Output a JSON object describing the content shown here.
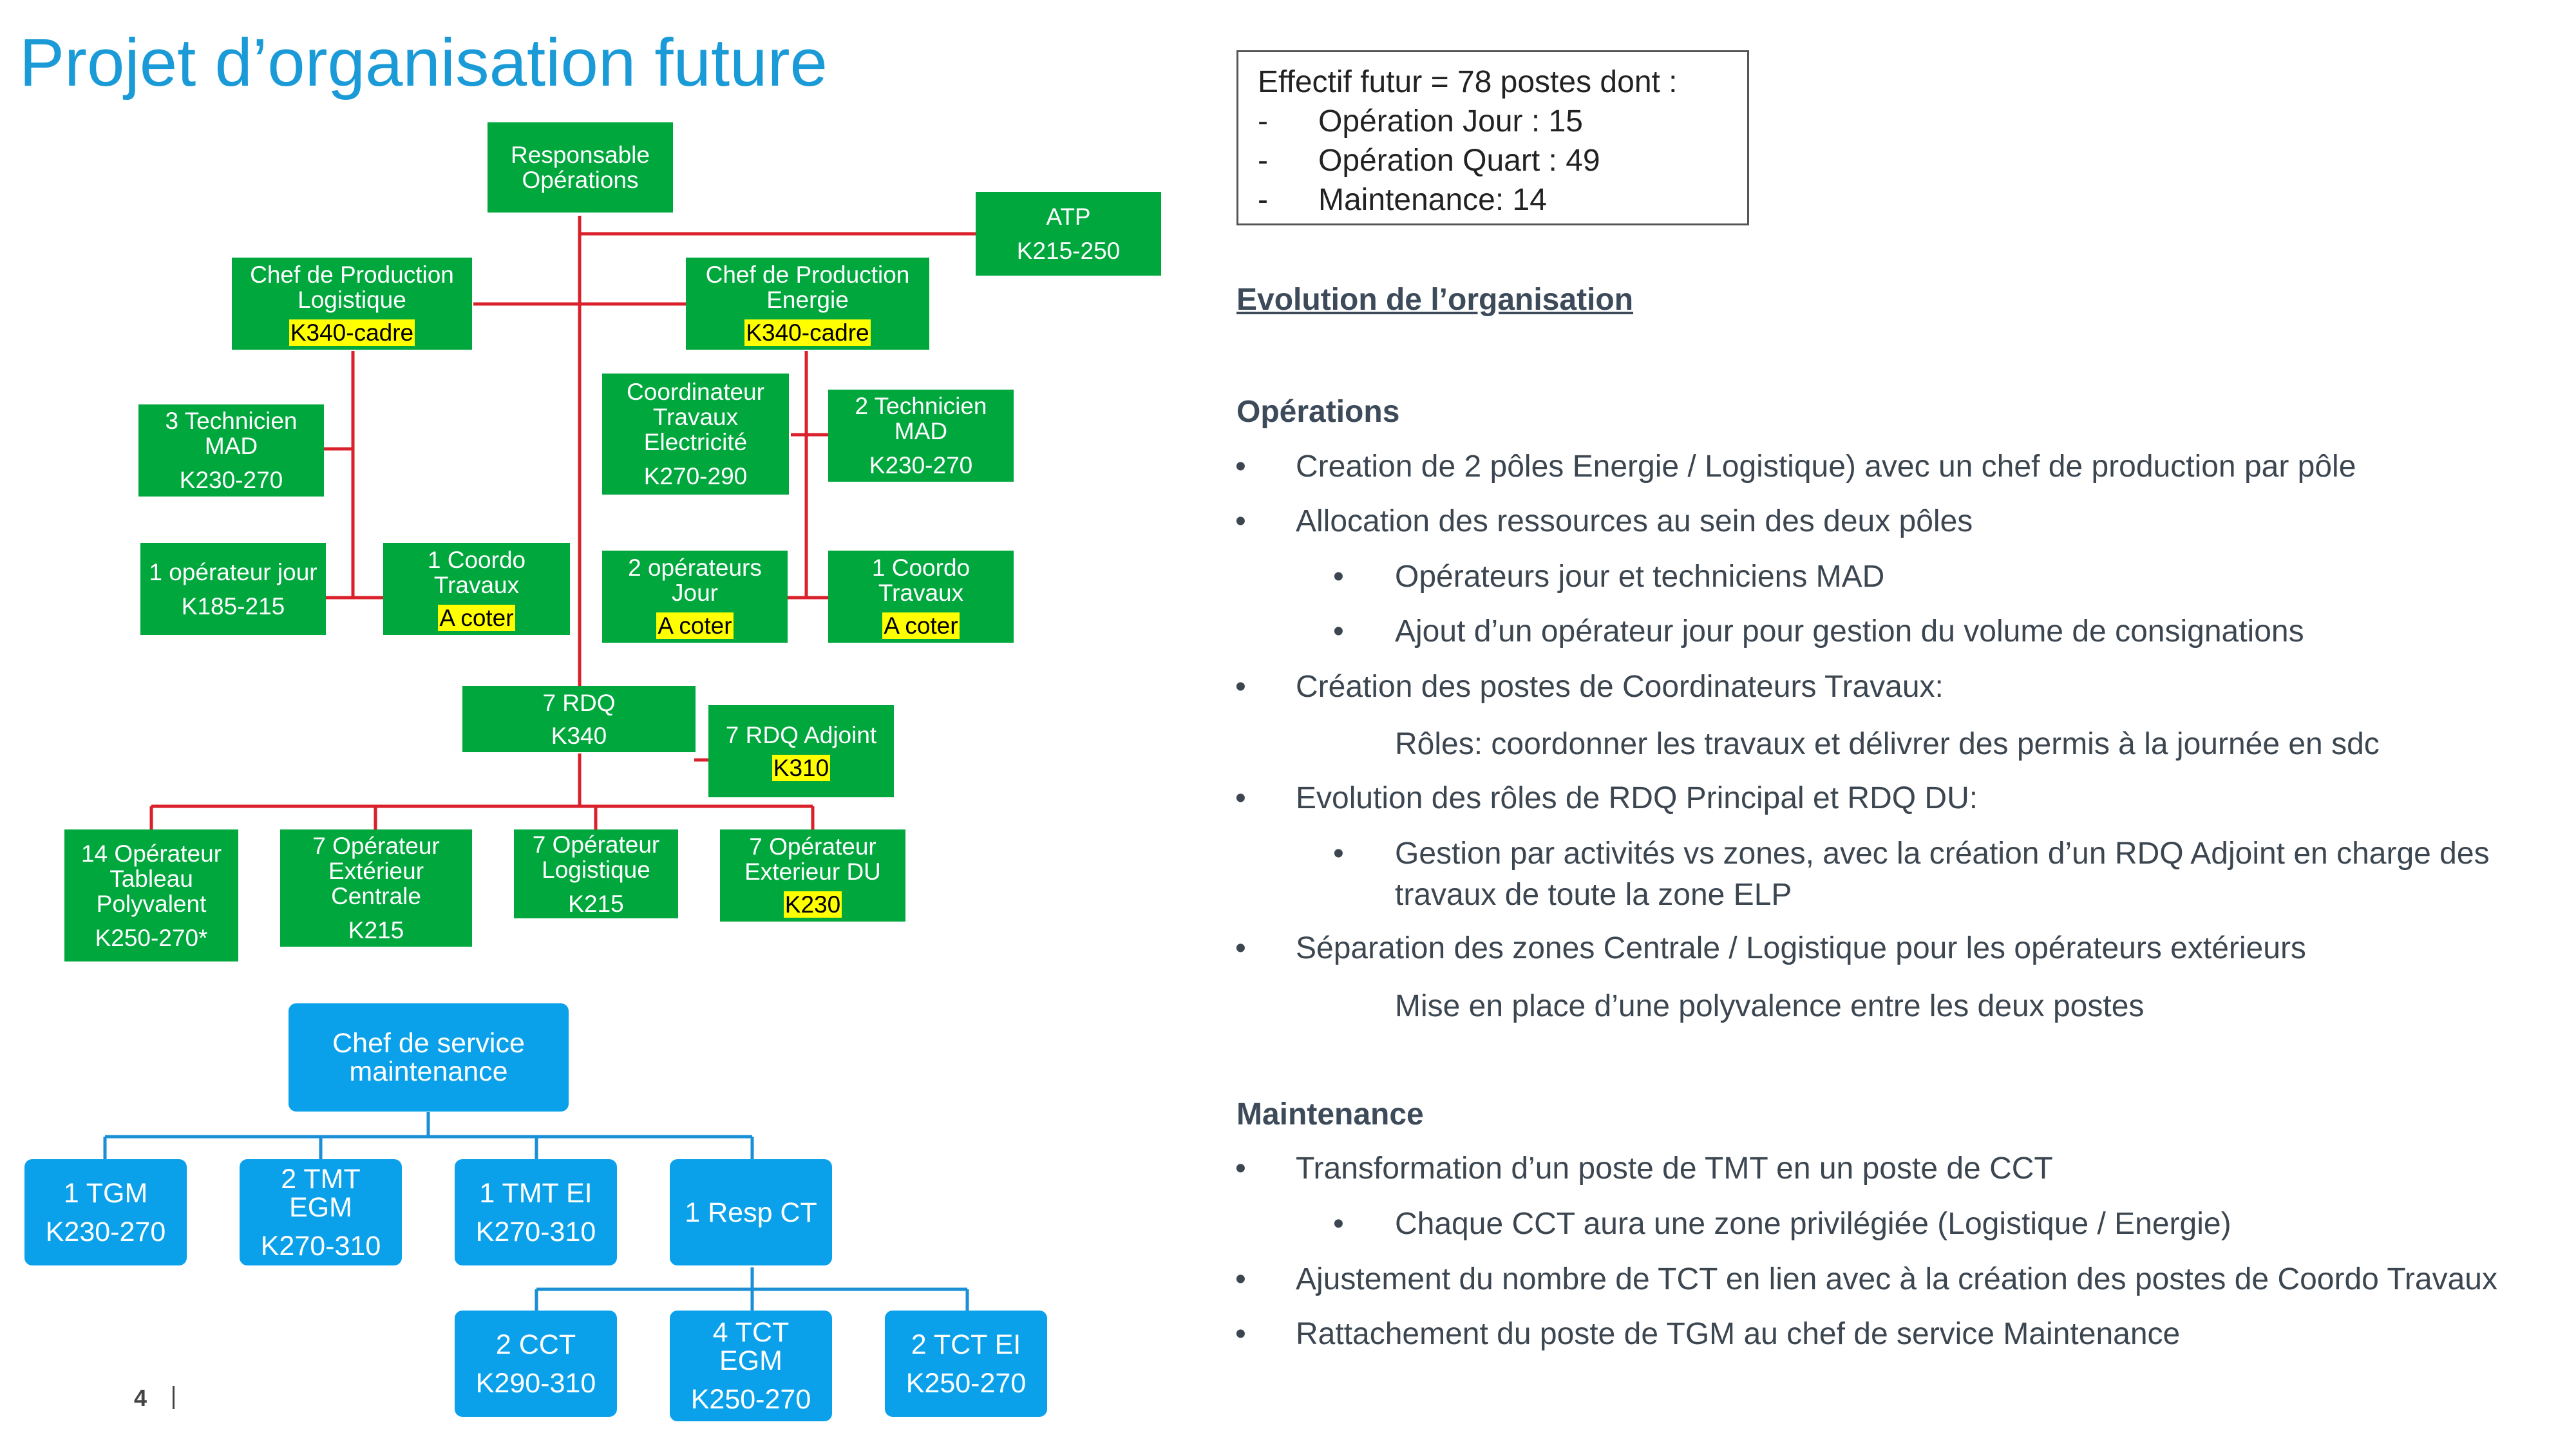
{
  "title": "Projet d’organisation future",
  "page_number": "4",
  "org_operations": {
    "responsable": [
      "Responsable",
      "Opérations"
    ],
    "atp": {
      "lines": [
        "ATP"
      ],
      "grade": "K215-250"
    },
    "chef_log": {
      "lines": [
        "Chef de Production",
        "Logistique"
      ],
      "grade": "K340-cadre"
    },
    "chef_ener": {
      "lines": [
        "Chef de Production",
        "Energie"
      ],
      "grade": "K340-cadre"
    },
    "tech_log": {
      "lines": [
        "3 Technicien",
        "MAD"
      ],
      "grade": "K230-270"
    },
    "coord_elec": {
      "lines": [
        "Coordinateur",
        "Travaux",
        "Electricité"
      ],
      "grade": "K270-290"
    },
    "tech_ener": {
      "lines": [
        "2 Technicien",
        "MAD"
      ],
      "grade": "K230-270"
    },
    "op_jour_log": {
      "lines": [
        "1 opérateur jour"
      ],
      "grade": "K185-215"
    },
    "coordo_log": {
      "lines": [
        "1 Coordo",
        "Travaux"
      ],
      "grade": "A coter"
    },
    "op_jour_ener": {
      "lines": [
        "2 opérateurs",
        "Jour"
      ],
      "grade": "A coter"
    },
    "coordo_ener": {
      "lines": [
        "1 Coordo",
        "Travaux"
      ],
      "grade": "A coter"
    },
    "rdq": {
      "lines": [
        "7 RDQ"
      ],
      "grade": "K340"
    },
    "rdq_adj": {
      "lines": [
        "7 RDQ Adjoint"
      ],
      "grade": "K310"
    },
    "op_tableau": {
      "lines": [
        "14 Opérateur",
        "Tableau",
        "Polyvalent"
      ],
      "grade": "K250-270*"
    },
    "op_ext_centrale": {
      "lines": [
        "7 Opérateur",
        "Extérieur",
        "Centrale"
      ],
      "grade": "K215"
    },
    "op_logistique": {
      "lines": [
        "7 Opérateur",
        "Logistique"
      ],
      "grade": "K215"
    },
    "op_ext_du": {
      "lines": [
        "7 Opérateur",
        "Exterieur DU"
      ],
      "grade": "K230"
    }
  },
  "org_maintenance": {
    "chef": [
      "Chef de service",
      "maintenance"
    ],
    "tgm": [
      "1 TGM",
      "K230-270"
    ],
    "tmt_egm": [
      "2 TMT",
      "EGM",
      "K270-310"
    ],
    "tmt_ei": [
      "1 TMT EI",
      "K270-310"
    ],
    "resp_ct": [
      "1 Resp CT"
    ],
    "cct": [
      "2 CCT",
      "K290-310"
    ],
    "tct_egm": [
      "4 TCT",
      "EGM",
      "K250-270"
    ],
    "tct_ei": [
      "2 TCT EI",
      "K250-270"
    ]
  },
  "effectif": {
    "headline": "Effectif futur = 78 postes dont :",
    "items": [
      {
        "dash": "-",
        "text": "Opération Jour : 15"
      },
      {
        "dash": "-",
        "text": "Opération Quart : 49"
      },
      {
        "dash": "-",
        "text": "Maintenance: 14"
      }
    ]
  },
  "evolution_title": "Evolution de l’organisation",
  "operations": {
    "heading": "Opérations",
    "b1": "Creation de 2 pôles Energie / Logistique) avec un chef de production par pôle",
    "b2": "Allocation des ressources au sein des deux pôles",
    "b2a": "Opérateurs jour et techniciens MAD",
    "b2b": "Ajout d’un opérateur jour pour gestion du volume de consignations",
    "b3": "Création des postes de Coordinateurs Travaux:",
    "b3a": "Rôles: coordonner les travaux et délivrer des permis à la journée en sdc",
    "b4": "Evolution des rôles de RDQ Principal et RDQ DU:",
    "b4a": "Gestion par activités vs zones, avec la création d’un RDQ Adjoint en charge des",
    "b4a_cont": "travaux de toute la zone ELP",
    "b5": "Séparation des zones Centrale / Logistique pour les opérateurs extérieurs",
    "b5a": "Mise en place d’une polyvalence entre les deux postes"
  },
  "maintenance": {
    "heading": "Maintenance",
    "b1": "Transformation d’un poste de TMT en un poste de CCT",
    "b1a": "Chaque CCT aura une zone privilégiée (Logistique / Energie)",
    "b2": "Ajustement du nombre de TCT en lien avec à la création des postes de Coordo Travaux",
    "b3": "Rattachement du poste de TGM au chef de service Maintenance"
  },
  "bullet_symbol": "•",
  "colors": {
    "title": "#1a9ad6",
    "green_box": "#00a73d",
    "blue_box": "#0aa1ea",
    "red_line": "#d9202b",
    "blue_line": "#1a8fd6",
    "highlight": "#ffff00"
  }
}
